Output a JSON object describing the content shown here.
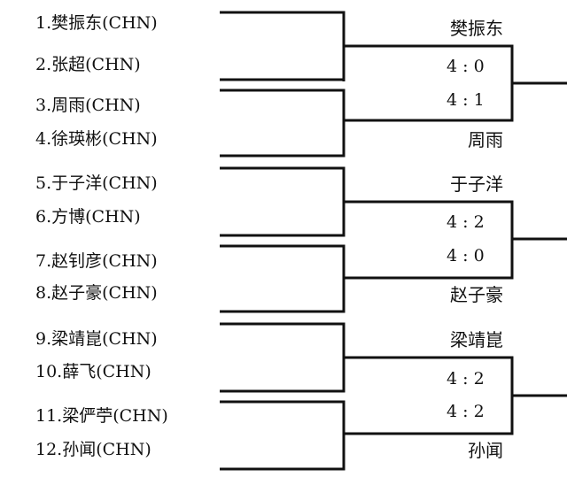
{
  "players": [
    {
      "label": "1.樊振东(CHN)"
    },
    {
      "label": "2.张超(CHN)"
    },
    {
      "label": "3.周雨(CHN)"
    },
    {
      "label": "4.徐瑛彬(CHN)"
    },
    {
      "label": "5.于子洋(CHN)"
    },
    {
      "label": "6.方博(CHN)"
    },
    {
      "label": "7.赵钊彦(CHN)"
    },
    {
      "label": "8.赵子豪(CHN)"
    },
    {
      "label": "9.梁靖崑(CHN)"
    },
    {
      "label": "10.薛飞(CHN)"
    },
    {
      "label": "11.梁俨苧(CHN)"
    },
    {
      "label": "12.孙闻(CHN)"
    }
  ],
  "groups": [
    {
      "top_winner": "樊振东",
      "score_top": "4 : 0",
      "score_bottom": "4 : 1",
      "bottom_winner": "周雨"
    },
    {
      "top_winner": "于子洋",
      "score_top": "4 : 2",
      "score_bottom": "4 : 0",
      "bottom_winner": "赵子豪"
    },
    {
      "top_winner": "梁靖崑",
      "score_top": "4 : 2",
      "score_bottom": "4 : 2",
      "bottom_winner": "孙闻"
    }
  ],
  "colors": {
    "line": "#111111",
    "text": "#111111",
    "background": "#ffffff"
  }
}
